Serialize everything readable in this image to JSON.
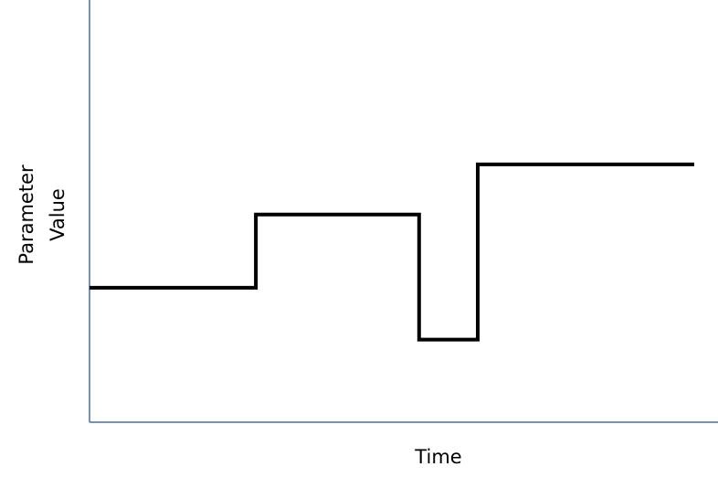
{
  "chart_data": {
    "type": "line",
    "step": true,
    "xlabel": "Time",
    "ylabel": [
      "Parameter",
      "Value"
    ],
    "xlim": [
      0,
      100
    ],
    "ylim": [
      0,
      100
    ],
    "grid": false,
    "tick_labels": false,
    "series": [
      {
        "x": [
          0,
          27.5,
          27.5,
          54.5,
          54.5,
          64.2,
          64.2,
          100
        ],
        "y": [
          32.7,
          32.7,
          50.5,
          50.5,
          20.1,
          20.1,
          62.7,
          62.7
        ]
      }
    ],
    "colors": {
      "axis": "#4a6d94",
      "line": "#000000"
    }
  }
}
